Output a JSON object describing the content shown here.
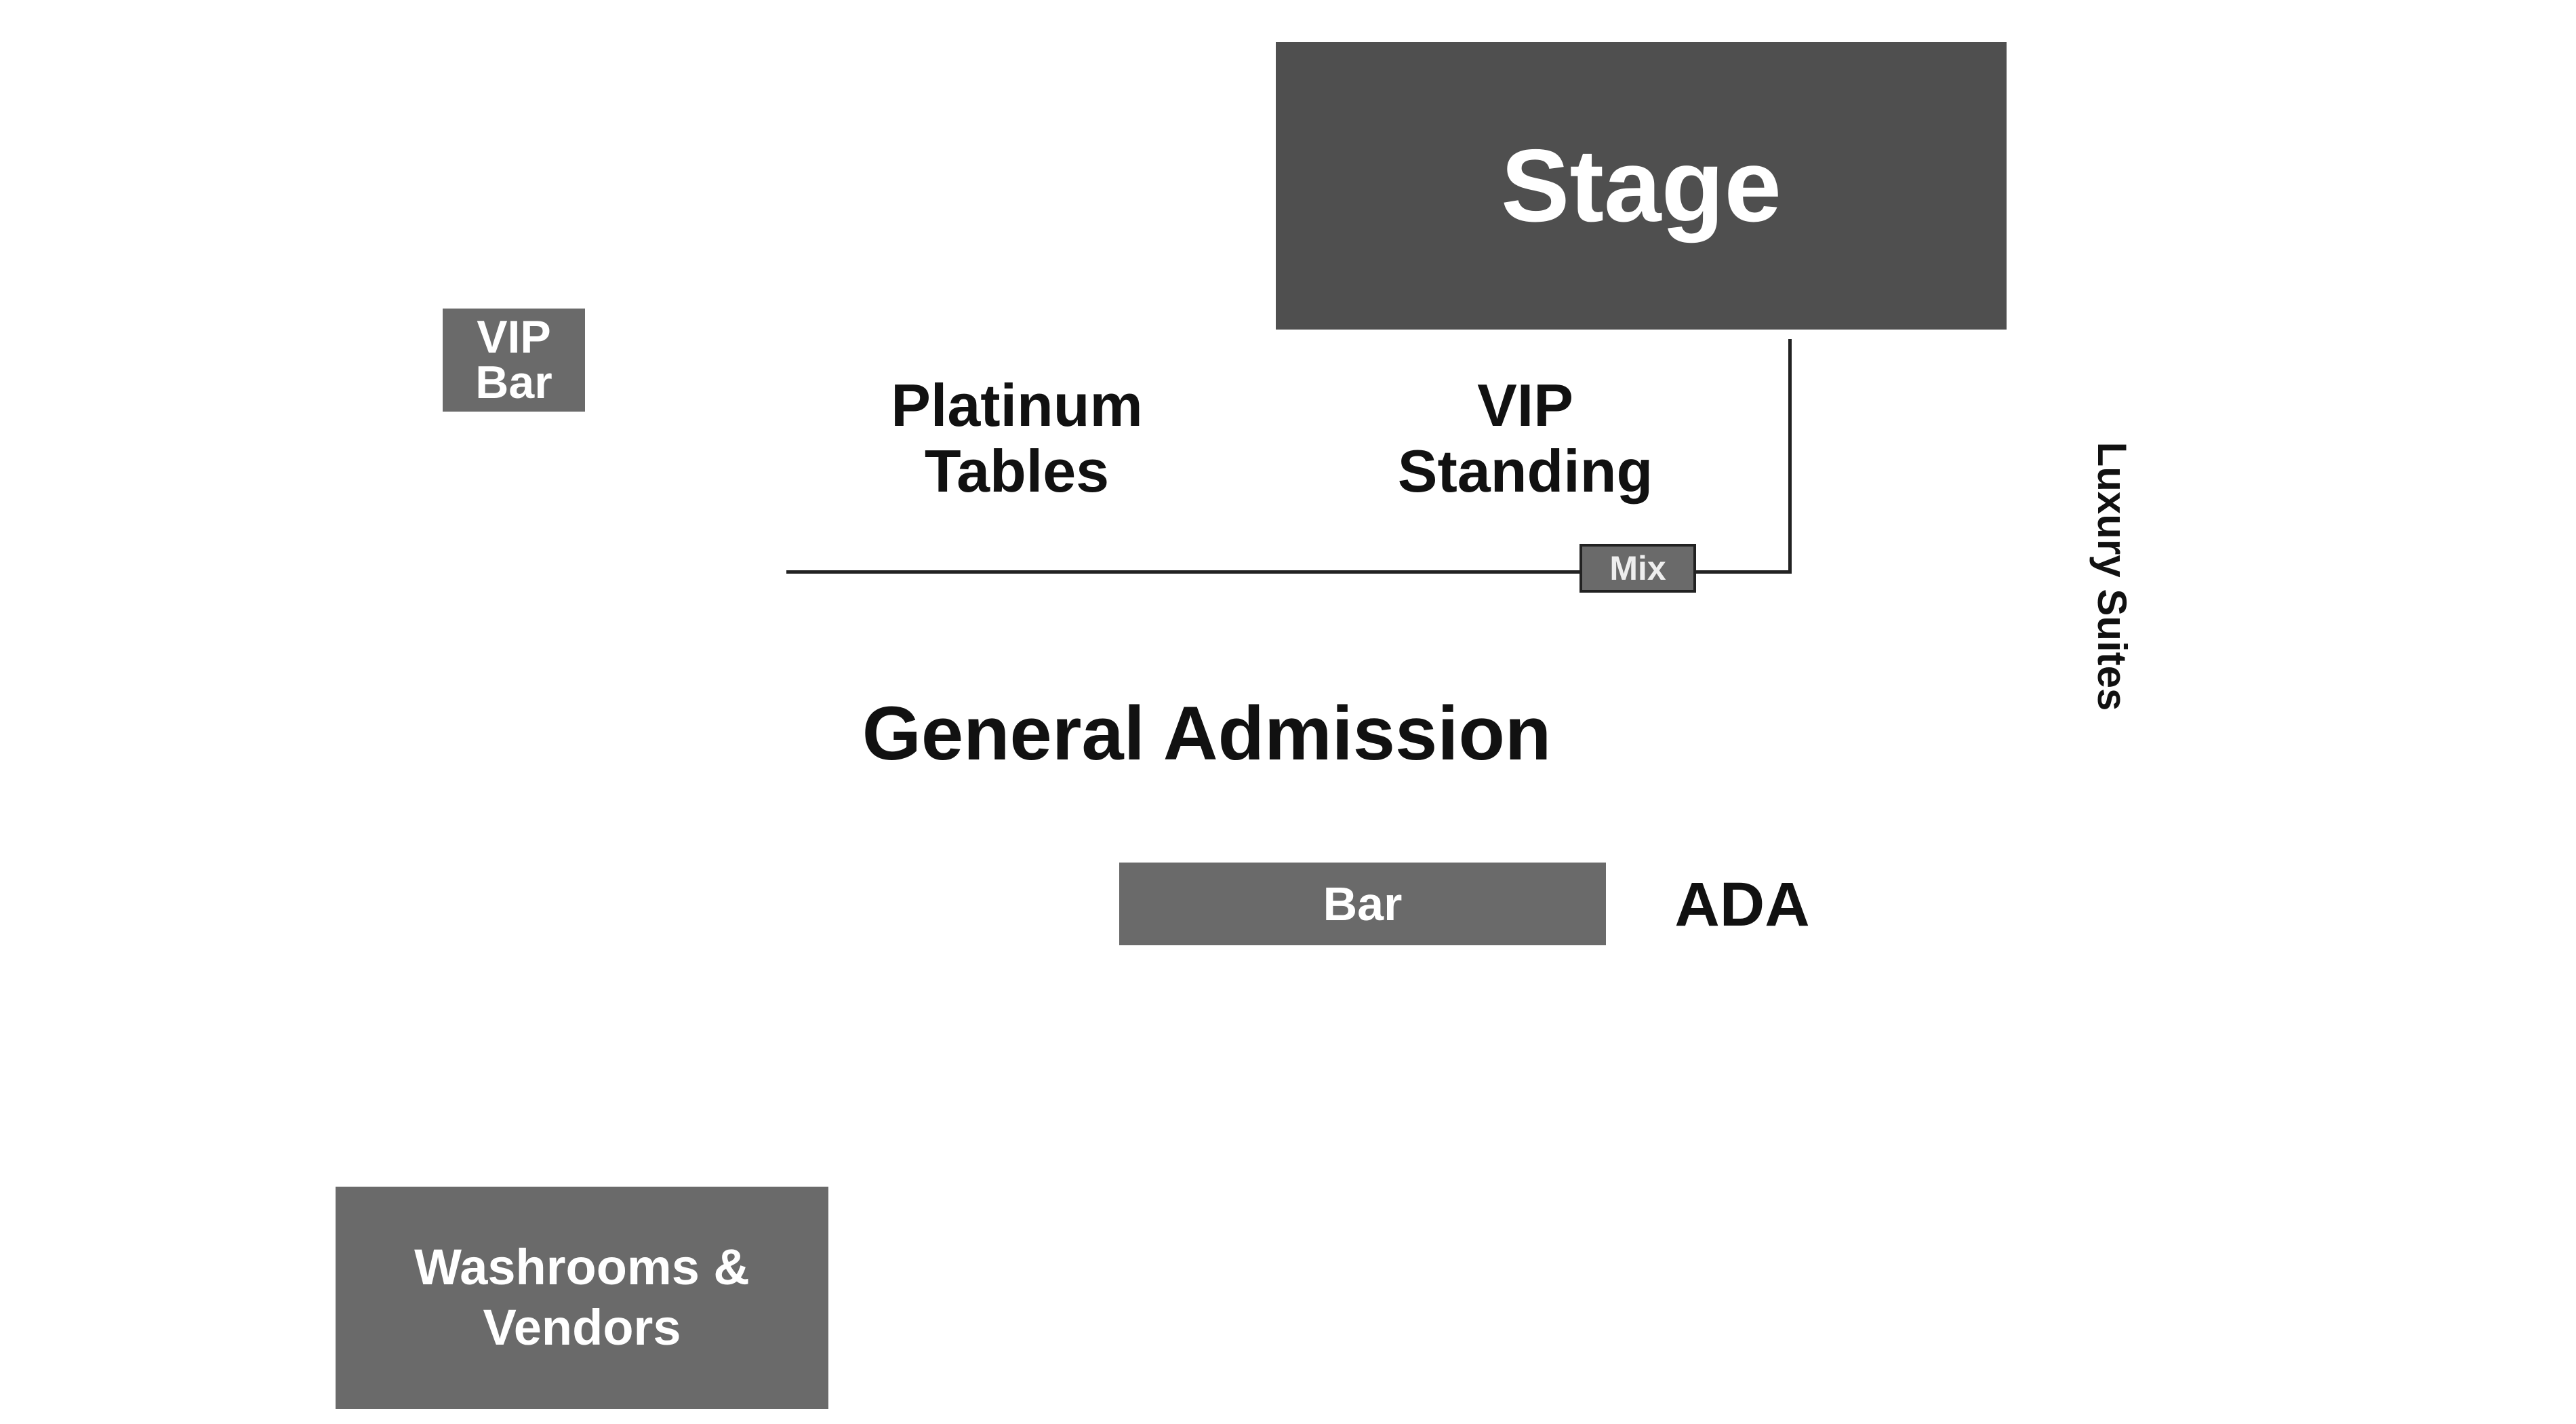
{
  "venue_map": {
    "stage": "Stage",
    "vip_bar": [
      "VIP",
      "Bar"
    ],
    "platinum_tables": [
      "Platinum",
      "Tables"
    ],
    "vip_standing": [
      "VIP",
      "Standing"
    ],
    "mix": "Mix",
    "luxury_suites": "Luxury Suites",
    "general_admission": "General Admission",
    "bar": "Bar",
    "ada": "ADA",
    "washrooms_vendors": [
      "Washrooms &",
      "Vendors"
    ]
  },
  "colors": {
    "stage_fill": "#4f4f4f",
    "block_fill": "#6a6a6a",
    "text_dark": "#111111",
    "text_light": "#ffffff",
    "line": "#222222"
  }
}
